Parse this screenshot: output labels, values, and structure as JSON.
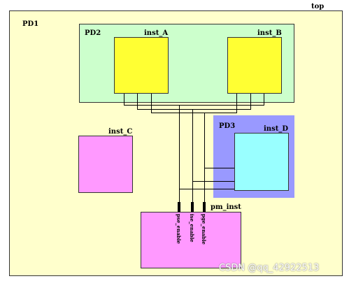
{
  "labels": {
    "top": "top",
    "pd1": "PD1",
    "pd2": "PD2",
    "pd3": "PD3",
    "inst_a": "inst_A",
    "inst_b": "inst_B",
    "inst_c": "inst_C",
    "inst_d": "inst_D",
    "pm_inst": "pm_inst",
    "pse_enable": "pse_enable",
    "ise_enable": "ise_enable",
    "pge_enable": "pge_enable"
  },
  "watermark": "CSDN @qq_42922513",
  "colors": {
    "pd1_fill": "#ffffcc",
    "pd2_fill": "#ccffcc",
    "pd3_fill": "#9999ff",
    "inst_a_fill": "#ffff33",
    "inst_b_fill": "#ffff33",
    "inst_c_fill": "#ff99ff",
    "inst_d_fill": "#99ffff",
    "pm_fill": "#ff99ff"
  }
}
